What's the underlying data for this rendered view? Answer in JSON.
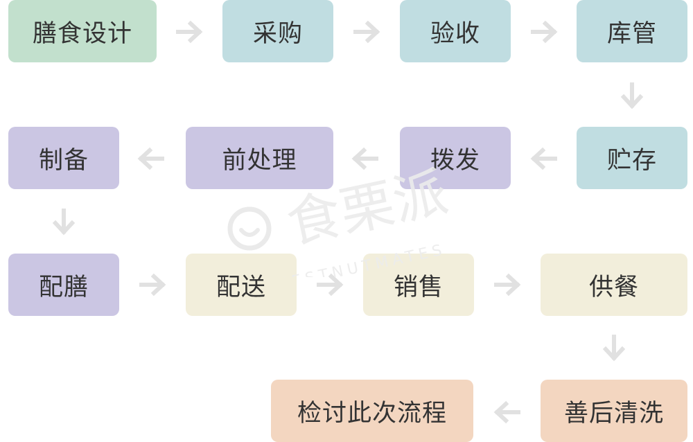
{
  "colors": {
    "green": "#c2e0cd",
    "blue": "#c0dde1",
    "purple": "#cbc6e3",
    "yellow": "#f2eedb",
    "orange": "#f3d6c0",
    "arrow": "#e1e1e1",
    "text": "#333333",
    "watermark": "#e8e8e8"
  },
  "nodes": [
    {
      "id": "n1",
      "label": "膳食设计",
      "color": "green"
    },
    {
      "id": "n2",
      "label": "采购",
      "color": "blue"
    },
    {
      "id": "n3",
      "label": "验收",
      "color": "blue"
    },
    {
      "id": "n4",
      "label": "库管",
      "color": "blue"
    },
    {
      "id": "n5",
      "label": "贮存",
      "color": "blue"
    },
    {
      "id": "n6",
      "label": "拨发",
      "color": "purple"
    },
    {
      "id": "n7",
      "label": "前处理",
      "color": "purple"
    },
    {
      "id": "n8",
      "label": "制备",
      "color": "purple"
    },
    {
      "id": "n9",
      "label": "配膳",
      "color": "purple"
    },
    {
      "id": "n10",
      "label": "配送",
      "color": "yellow"
    },
    {
      "id": "n11",
      "label": "销售",
      "color": "yellow"
    },
    {
      "id": "n12",
      "label": "供餐",
      "color": "yellow"
    },
    {
      "id": "n13",
      "label": "善后清洗",
      "color": "orange"
    },
    {
      "id": "n14",
      "label": "检讨此次流程",
      "color": "orange"
    }
  ],
  "edges": [
    {
      "from": "n1",
      "to": "n2",
      "dir": "right"
    },
    {
      "from": "n2",
      "to": "n3",
      "dir": "right"
    },
    {
      "from": "n3",
      "to": "n4",
      "dir": "right"
    },
    {
      "from": "n4",
      "to": "n5",
      "dir": "down"
    },
    {
      "from": "n5",
      "to": "n6",
      "dir": "left"
    },
    {
      "from": "n6",
      "to": "n7",
      "dir": "left"
    },
    {
      "from": "n7",
      "to": "n8",
      "dir": "left"
    },
    {
      "from": "n8",
      "to": "n9",
      "dir": "down"
    },
    {
      "from": "n9",
      "to": "n10",
      "dir": "right"
    },
    {
      "from": "n10",
      "to": "n11",
      "dir": "right"
    },
    {
      "from": "n11",
      "to": "n12",
      "dir": "right"
    },
    {
      "from": "n12",
      "to": "n13",
      "dir": "down"
    },
    {
      "from": "n13",
      "to": "n14",
      "dir": "left"
    }
  ],
  "watermark": {
    "logo_text": "食栗派",
    "subtext": "CHESTNUTMATES"
  }
}
